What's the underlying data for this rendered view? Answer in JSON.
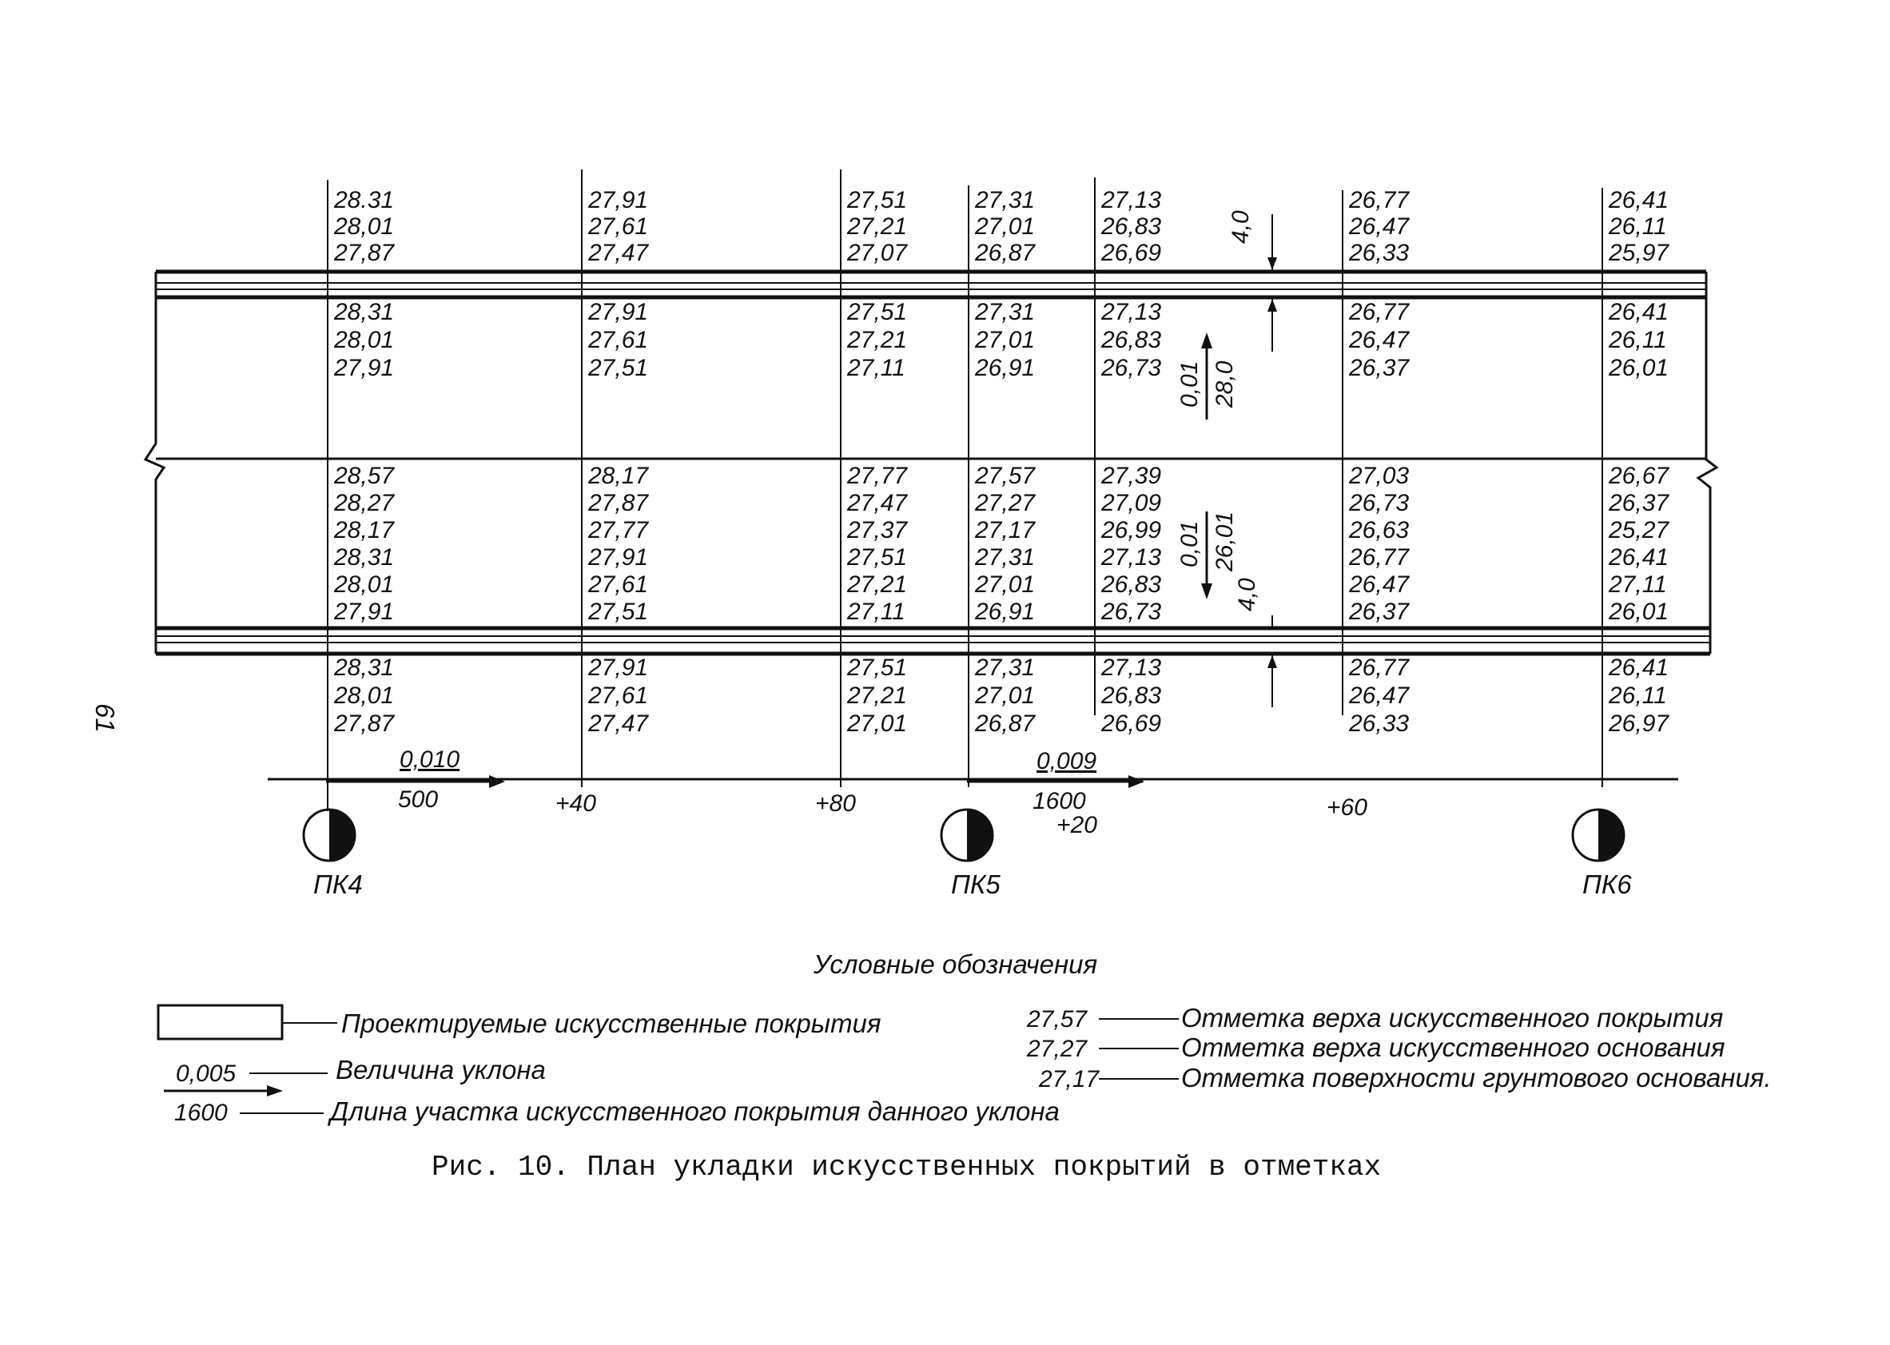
{
  "page_number": "61",
  "columns": [
    {
      "id": "pk4",
      "top": [
        "28.31",
        "28,01",
        "27,87"
      ],
      "band1": [
        "28,31",
        "28,01",
        "27,91"
      ],
      "band2": [
        "28,57",
        "28,27",
        "28,17",
        "28,31",
        "28,01",
        "27,91"
      ],
      "bottom": [
        "28,31",
        "28,01",
        "27,87"
      ]
    },
    {
      "id": "p40",
      "top": [
        "27,91",
        "27,61",
        "27,47"
      ],
      "band1": [
        "27,91",
        "27,61",
        "27,51"
      ],
      "band2": [
        "28,17",
        "27,87",
        "27,77",
        "27,91",
        "27,61",
        "27,51"
      ],
      "bottom": [
        "27,91",
        "27,61",
        "27,47"
      ]
    },
    {
      "id": "p80",
      "top": [
        "27,51",
        "27,21",
        "27,07"
      ],
      "band1": [
        "27,51",
        "27,21",
        "27,11"
      ],
      "band2": [
        "27,77",
        "27,47",
        "27,37",
        "27,51",
        "27,21",
        "27,11"
      ],
      "bottom": [
        "27,51",
        "27,21",
        "27,01"
      ]
    },
    {
      "id": "pk5",
      "top": [
        "27,31",
        "27,01",
        "26,87"
      ],
      "band1": [
        "27,31",
        "27,01",
        "26,91"
      ],
      "band2": [
        "27,57",
        "27,27",
        "27,17",
        "27,31",
        "27,01",
        "26,91"
      ],
      "bottom": [
        "27,31",
        "27,01",
        "26,87"
      ]
    },
    {
      "id": "p20",
      "top": [
        "27,13",
        "26,83",
        "26,69"
      ],
      "band1": [
        "27,13",
        "26,83",
        "26,73"
      ],
      "band2": [
        "27,39",
        "27,09",
        "26,99",
        "27,13",
        "26,83",
        "26,73"
      ],
      "bottom": [
        "27,13",
        "26,83",
        "26,69"
      ]
    },
    {
      "id": "p60",
      "top": [
        "26,77",
        "26,47",
        "26,33"
      ],
      "band1": [
        "26,77",
        "26,47",
        "26,37"
      ],
      "band2": [
        "27,03",
        "26,73",
        "26,63",
        "26,77",
        "26,47",
        "26,37"
      ],
      "bottom": [
        "26,77",
        "26,47",
        "26,33"
      ]
    },
    {
      "id": "pk6",
      "top": [
        "26,41",
        "26,11",
        "25,97"
      ],
      "band1": [
        "26,41",
        "26,11",
        "26,01"
      ],
      "band2": [
        "26,67",
        "26,37",
        "25,27",
        "26,41",
        "27,11",
        "26,01"
      ],
      "bottom": [
        "26,41",
        "26,11",
        "26,97"
      ]
    }
  ],
  "dimensions": {
    "top": "4,0",
    "bottom": "4,0"
  },
  "slope_labels": {
    "band1": {
      "slope": "0,01",
      "width": "28,0"
    },
    "band2": {
      "slope": "0,01",
      "width": "26,01"
    }
  },
  "profile": {
    "seg1": {
      "slope": "0,010",
      "length": "500"
    },
    "seg2": {
      "slope": "0,009",
      "length": "1600"
    },
    "stations": [
      "+40",
      "+80",
      "+20",
      "+60"
    ],
    "pickets": [
      "ПК4",
      "ПК5",
      "ПК6"
    ]
  },
  "legend": {
    "title": "Условные обозначения",
    "item_surface": "Проектируемые искусственные покрытия",
    "item_slope_value": "0,005",
    "item_slope_text": "Величина уклона",
    "item_length_value": "1600",
    "item_length_text": "Длина участка искусственного покрытия данного уклона",
    "mark1_value": "27,57",
    "mark1_text": "Отметка верха искусственного покрытия",
    "mark2_value": "27,27",
    "mark2_text": "Отметка верха искусственного основания",
    "mark3_value": "27,17",
    "mark3_text": "Отметка поверхности грунтового основания."
  },
  "caption": "Рис. 10. План укладки искусственных покрытий в отметках"
}
